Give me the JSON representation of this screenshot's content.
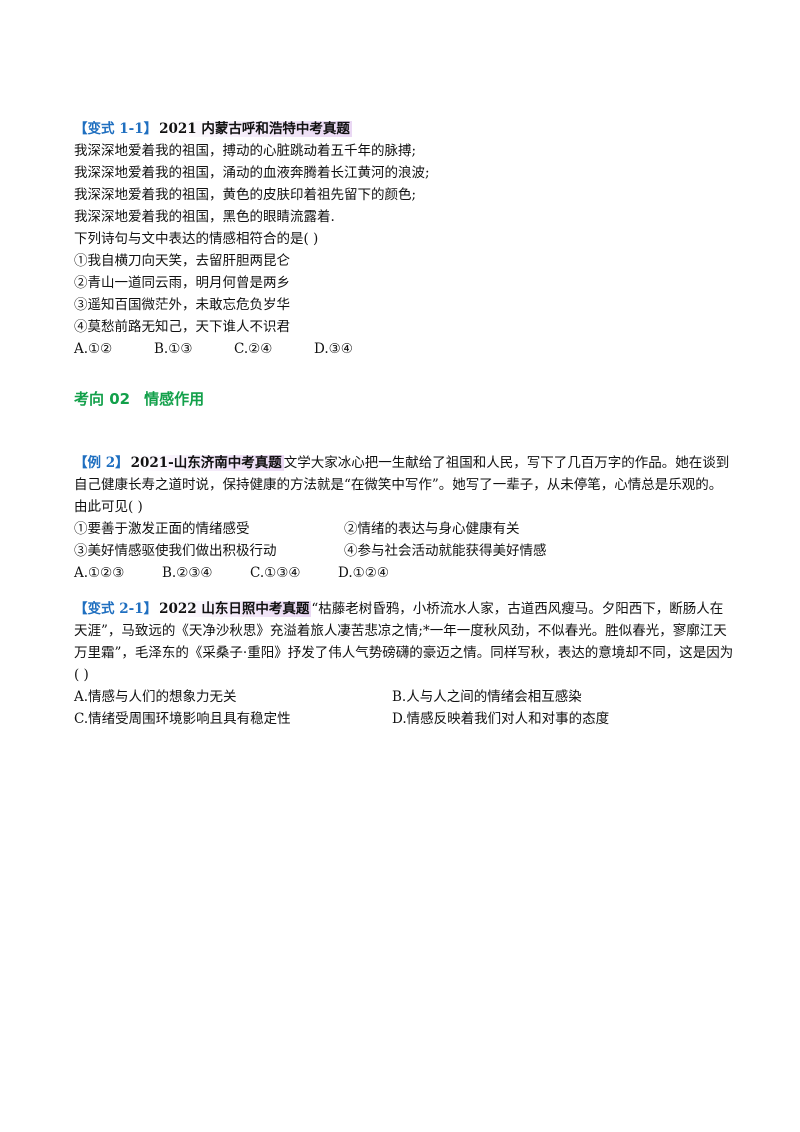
{
  "variant1": {
    "tag": "【变式 1-1】",
    "source": "2021 内蒙古呼和浩特中考真题",
    "poem": [
      "我深深地爱着我的祖国，搏动的心脏跳动着五千年的脉搏;",
      "我深深地爱着我的祖国，涌动的血液奔腾着长江黄河的浪波;",
      "我深深地爱着我的祖国，黄色的皮肤印着祖先留下的颜色;",
      "我深深地爱着我的祖国，黑色的眼睛流露着."
    ],
    "question": "下列诗句与文中表达的情感相符合的是(          )",
    "items": [
      "①我自横刀向天笑，去留肝胆两昆仑",
      "②青山一道同云雨，明月何曾是两乡",
      "③遥知百国微茫外，未敢忘危负岁华",
      "④莫愁前路无知己，天下谁人不识君"
    ],
    "options": [
      "A.①②",
      "B.①③",
      "C.②④",
      "D.③④"
    ]
  },
  "section": {
    "number": "考向 02",
    "title": "情感作用"
  },
  "example2": {
    "tag": "【例 2】",
    "source": "2021-山东济南中考真题",
    "text": "文学大家冰心把一生献给了祖国和人民，写下了几百万字的作品。她在谈到自己健康长寿之道时说，保持健康的方法就是“在微笑中写作”。她写了一辈子，从未停笔，心情总是乐观的。由此可见(          )",
    "items": [
      "①要善于激发正面的情绪感受",
      "②情绪的表达与身心健康有关",
      "③美好情感驱使我们做出积极行动",
      "④参与社会活动就能获得美好情感"
    ],
    "options": [
      "A.①②③",
      "B.②③④",
      "C.①③④",
      "D.①②④"
    ]
  },
  "variant2": {
    "tag": "【变式 2-1】",
    "source": "2022 山东日照中考真题",
    "text": "“枯藤老树昏鸦，小桥流水人家，古道西风瘦马。夕阳西下，断肠人在天涯”，马致远的《天净沙秋思》充溢着旅人凄苦悲凉之情;*一年一度秋风劲，不似春光。胜似春光，寥廓江天万里霜”，毛泽东的《采桑子·重阳》抒发了伟人气势磅礴的豪迈之情。同样写秋，表达的意境却不同，这是因为(          )",
    "options": [
      "A.情感与人们的想象力无关",
      "B.人与人之间的情绪会相互感染",
      "C.情绪受周围环境影响且具有稳定性",
      "D.情感反映着我们对人和对事的态度"
    ]
  }
}
